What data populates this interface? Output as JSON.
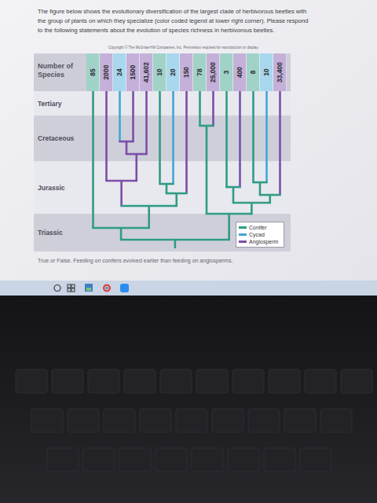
{
  "diagram": {
    "nodes": [
      {
        "text": [
          "Number of Species"
        ]
      },
      {
        "text": [
          "85"
        ],
        "in": 0
      },
      {
        "text": [
          "2000"
        ],
        "in": 0
      },
      {
        "text": [
          "24"
        ],
        "in": 0
      },
      {
        "text": [
          "1500"
        ],
        "in": 0
      },
      {
        "text": [
          "41,602"
        ],
        "in": 0
      },
      {
        "text": [
          "10"
        ],
        "in": 0
      },
      {
        "text": [
          "20"
        ],
        "in": 0
      },
      {
        "text": [
          "150"
        ],
        "in": 0
      },
      {
        "text": [
          "78"
        ],
        "in": 0
      },
      {
        "text": [
          "25,000"
        ],
        "in": 0
      },
      {
        "text": [
          "3"
        ],
        "in": 0
      },
      {
        "text": [
          "400"
        ],
        "in": 0
      },
      {
        "text": [
          "8"
        ],
        "in": 0
      },
      {
        "text": [
          "10"
        ],
        "in": 0
      },
      {
        "text": [
          "33,400"
        ],
        "in": 0
      },
      {
        "text": [
          "Tertiary"
        ]
      },
      {
        "text": [
          "Cretaceous"
        ]
      },
      {
        "text": [
          "Jurassic"
        ]
      },
      {
        "text": [
          "Triassic"
        ]
      }
    ],
    "labels": [
      "The figure below shows the evolutionary diversification of the largest clade of herbivorous beetles with the group of plants on which they specialize (color coded legend at lower right corner). Please respond to the following statements about the evolution of species richness in herbivorous beetles.",
      "Copyright © The McGraw-Hill Companies, Inc. Permission required for reproduction or display",
      "True or False. Feeding on conifers evolved earlier than feeding on angiosperms."
    ],
    "legend": [
      {
        "text": "Conifer",
        "color": "#2f9c84"
      },
      {
        "text": "Cycad",
        "color": "#3fa7d6"
      },
      {
        "text": "Angiosperm",
        "color": "#7b4fa8"
      }
    ]
  }
}
